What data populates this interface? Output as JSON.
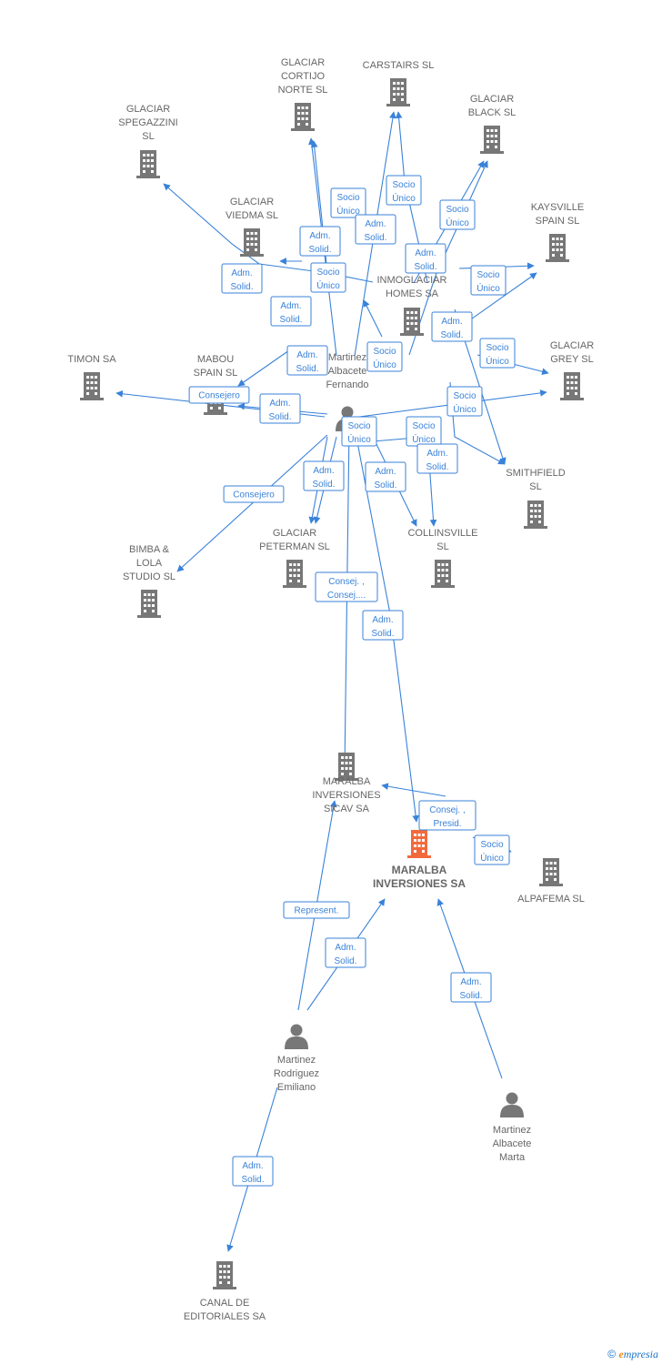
{
  "colors": {
    "edge": "#3a82d8",
    "building": "#777777",
    "main_building": "#f26a3c",
    "person": "#777777",
    "label": "#666666"
  },
  "nodes": [
    {
      "id": "glaciar_cortijo_norte",
      "type": "company",
      "label": [
        "GLACIAR",
        "CORTIJO",
        "NORTE  SL"
      ]
    },
    {
      "id": "carstairs",
      "type": "company",
      "label": [
        "CARSTAIRS  SL"
      ]
    },
    {
      "id": "glaciar_spegazzini",
      "type": "company",
      "label": [
        "GLACIAR",
        "SPEGAZZINI",
        "SL"
      ]
    },
    {
      "id": "glaciar_black",
      "type": "company",
      "label": [
        "GLACIAR",
        "BLACK  SL"
      ]
    },
    {
      "id": "glaciar_viedma",
      "type": "company",
      "label": [
        "GLACIAR",
        "VIEDMA  SL"
      ]
    },
    {
      "id": "kaysville_spain",
      "type": "company",
      "label": [
        "KAYSVILLE",
        "SPAIN  SL"
      ]
    },
    {
      "id": "inmoglaciar_homes",
      "type": "company",
      "label": [
        "INMOGLACIAR",
        "HOMES SA"
      ]
    },
    {
      "id": "timon",
      "type": "company",
      "label": [
        "TIMON SA"
      ]
    },
    {
      "id": "mabou_spain",
      "type": "company",
      "label": [
        "MABOU",
        "SPAIN  SL"
      ]
    },
    {
      "id": "glaciar_grey",
      "type": "company",
      "label": [
        "GLACIAR",
        "GREY  SL"
      ]
    },
    {
      "id": "martinez_albacete_fernando",
      "type": "person",
      "label": [
        "Martinez",
        "Albacete",
        "Fernando"
      ]
    },
    {
      "id": "smithfield",
      "type": "company",
      "label": [
        "SMITHFIELD",
        "SL"
      ]
    },
    {
      "id": "glaciar_peterman",
      "type": "company",
      "label": [
        "GLACIAR",
        "PETERMAN  SL"
      ]
    },
    {
      "id": "collinsville",
      "type": "company",
      "label": [
        "COLLINSVILLE",
        "SL"
      ]
    },
    {
      "id": "bimba_lola",
      "type": "company",
      "label": [
        "BIMBA &",
        "LOLA",
        "STUDIO SL"
      ]
    },
    {
      "id": "maralba_sicav",
      "type": "company",
      "label": [
        "MARALBA",
        "INVERSIONES",
        "SICAV SA"
      ]
    },
    {
      "id": "maralba_inversiones",
      "type": "main",
      "label": [
        "MARALBA",
        "INVERSIONES SA"
      ]
    },
    {
      "id": "alpafema",
      "type": "company",
      "label": [
        "ALPAFEMA  SL"
      ]
    },
    {
      "id": "martinez_rodriguez_emiliano",
      "type": "person",
      "label": [
        "Martinez",
        "Rodriguez",
        "Emiliano"
      ]
    },
    {
      "id": "martinez_albacete_marta",
      "type": "person",
      "label": [
        "Martinez",
        "Albacete",
        "Marta"
      ]
    },
    {
      "id": "canal_editoriales",
      "type": "company",
      "label": [
        "CANAL DE",
        "EDITORIALES SA"
      ]
    }
  ],
  "relations": [
    {
      "id": "r1",
      "lines": [
        "Socio",
        "Único"
      ]
    },
    {
      "id": "r2",
      "lines": [
        "Socio",
        "Único"
      ]
    },
    {
      "id": "r3",
      "lines": [
        "Adm.",
        "Solid."
      ]
    },
    {
      "id": "r4",
      "lines": [
        "Socio",
        "Único"
      ]
    },
    {
      "id": "r5",
      "lines": [
        "Adm.",
        "Solid."
      ]
    },
    {
      "id": "r6",
      "lines": [
        "Adm.",
        "Solid."
      ]
    },
    {
      "id": "r7",
      "lines": [
        "Socio",
        "Único"
      ]
    },
    {
      "id": "r8",
      "lines": [
        "Adm.",
        "Solid."
      ]
    },
    {
      "id": "r9",
      "lines": [
        "Socio",
        "Único"
      ]
    },
    {
      "id": "r10",
      "lines": [
        "Adm.",
        "Solid."
      ]
    },
    {
      "id": "r11",
      "lines": [
        "Adm.",
        "Solid."
      ]
    },
    {
      "id": "r12",
      "lines": [
        "Socio",
        "Único"
      ]
    },
    {
      "id": "r13",
      "lines": [
        "Adm.",
        "Solid."
      ]
    },
    {
      "id": "r14",
      "lines": [
        "Socio",
        "Único"
      ]
    },
    {
      "id": "r15",
      "lines": [
        "Consejero"
      ]
    },
    {
      "id": "r16",
      "lines": [
        "Adm.",
        "Solid."
      ]
    },
    {
      "id": "r17",
      "lines": [
        "Socio",
        "Único"
      ]
    },
    {
      "id": "r18",
      "lines": [
        "Socio",
        "Único"
      ]
    },
    {
      "id": "r19",
      "lines": [
        "Socio",
        "Único"
      ]
    },
    {
      "id": "r20",
      "lines": [
        "Adm.",
        "Solid."
      ]
    },
    {
      "id": "r21",
      "lines": [
        "Adm.",
        "Solid."
      ]
    },
    {
      "id": "r22",
      "lines": [
        "Adm.",
        "Solid."
      ]
    },
    {
      "id": "r23",
      "lines": [
        "Consejero"
      ]
    },
    {
      "id": "r24",
      "lines": [
        "Consej. ,",
        "Consej...."
      ]
    },
    {
      "id": "r25",
      "lines": [
        "Adm.",
        "Solid."
      ]
    },
    {
      "id": "r26",
      "lines": [
        "Consej. ,",
        "Presid."
      ]
    },
    {
      "id": "r27",
      "lines": [
        "Socio",
        "Único"
      ]
    },
    {
      "id": "r28",
      "lines": [
        "Represent."
      ]
    },
    {
      "id": "r29",
      "lines": [
        "Adm.",
        "Solid."
      ]
    },
    {
      "id": "r30",
      "lines": [
        "Adm.",
        "Solid."
      ]
    },
    {
      "id": "r31",
      "lines": [
        "Adm.",
        "Solid."
      ]
    }
  ],
  "footer": {
    "copyright_symbol": "©",
    "brand_initial": "e",
    "brand_rest": "mpresia"
  }
}
